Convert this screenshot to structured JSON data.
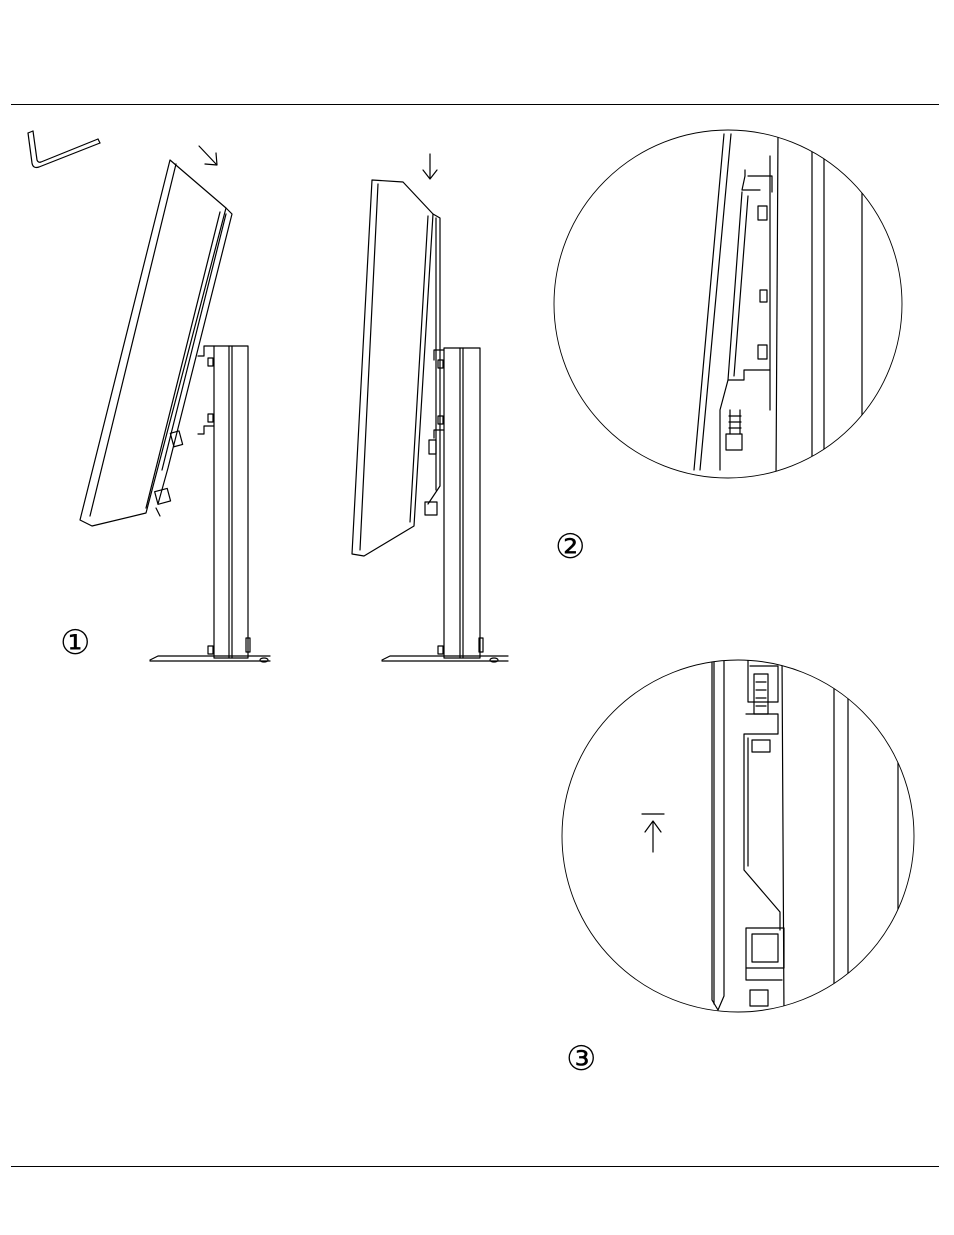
{
  "steps": [
    {
      "label": "①",
      "arrow": "arrow-down-right"
    },
    {
      "label": "②",
      "arrow": "arrow-down"
    },
    {
      "label": "③",
      "arrow": "arrow-up-bar"
    }
  ],
  "tool_icon": "hex-key-icon",
  "colors": {
    "line": "#000000",
    "background": "#ffffff"
  }
}
